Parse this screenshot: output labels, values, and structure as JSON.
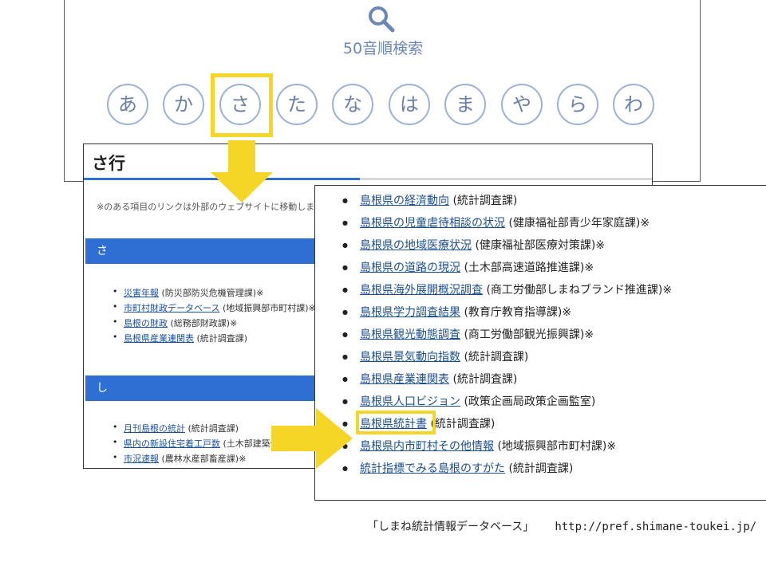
{
  "search": {
    "title": "50音順検索",
    "icon": "search-icon"
  },
  "kana_buttons": [
    "あ",
    "か",
    "さ",
    "た",
    "な",
    "は",
    "ま",
    "や",
    "ら",
    "わ"
  ],
  "selected_kana": "さ",
  "left_page": {
    "title": "さ行",
    "note": "※のある項目のリンクは外部のウェブサイトに移動しま",
    "sections": [
      {
        "label": "さ",
        "items": [
          {
            "link": "災害年報",
            "dept": "(防災部防災危機管理課)※"
          },
          {
            "link": "市町村財政データベース",
            "dept": "(地域振興部市町村課)※"
          },
          {
            "link": "島根の財政",
            "dept": "(総務部財政課)※"
          },
          {
            "link": "島根県産業連関表",
            "dept": "(統計調査課)"
          }
        ]
      },
      {
        "label": "し",
        "items": [
          {
            "link": "月刊島根の統計",
            "dept": "(統計調査課)"
          },
          {
            "link": "県内の新設住宅着工戸数",
            "dept": "(土木部建築住"
          },
          {
            "link": "市況速報",
            "dept": "(農林水産部畜産課)※"
          }
        ]
      }
    ]
  },
  "right_list": [
    {
      "link": "島根県の経済動向",
      "dept": "(統計調査課)"
    },
    {
      "link": "島根県の児童虐待相談の状況",
      "dept": "(健康福祉部青少年家庭課)※"
    },
    {
      "link": "島根県の地域医療状況",
      "dept": "(健康福祉部医療対策課)※"
    },
    {
      "link": "島根県の道路の現況",
      "dept": "(土木部高速道路推進課)※"
    },
    {
      "link": "島根県海外展開概況調査",
      "dept": "(商工労働部しまねブランド推進課)※"
    },
    {
      "link": "島根県学力調査結果",
      "dept": "(教育庁教育指導課)※"
    },
    {
      "link": "島根県観光動態調査",
      "dept": "(商工労働部観光振興課)※"
    },
    {
      "link": "島根県景気動向指数",
      "dept": "(統計調査課)"
    },
    {
      "link": "島根県産業連関表",
      "dept": "(統計調査課)"
    },
    {
      "link": "島根県人口ビジョン",
      "dept": "(政策企画局政策企画監室)"
    },
    {
      "link": "島根県統計書",
      "dept": "(統計調査課)"
    },
    {
      "link": "島根県内市町村その他情報",
      "dept": "(地域振興部市町村課)※"
    },
    {
      "link": "統計指標でみる島根のすがた",
      "dept": "(統計調査課)"
    }
  ],
  "highlighted_item": "島根県統計書",
  "footer": {
    "caption": "「しまね統計情報データベース」",
    "url": "http://pref.shimane-toukei.jp/"
  },
  "colors": {
    "highlight": "#f5d626",
    "arrow": "#f5d626",
    "section_bar": "#2d6fd2",
    "kana_border": "#9db0d6"
  }
}
